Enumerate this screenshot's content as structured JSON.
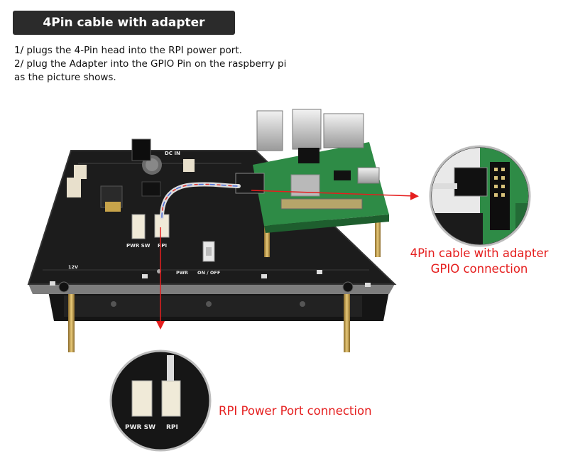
{
  "header": {
    "title": "4Pin cable with adapter conection"
  },
  "instructions": {
    "line1": "1/ plugs the 4-Pin head into the RPI power port.",
    "line2": "2/ plug the Adapter into the GPIO Pin on the raspberry pi",
    "line3": "as the picture shows."
  },
  "callouts": {
    "gpio_line1": "4Pin cable with adapter",
    "gpio_line2": "GPIO connection",
    "power": "RPI Power Port connection"
  },
  "board_silkscreen": {
    "pwr_sw": "PWR SW",
    "rpi": "RPI",
    "dc_in": "DC IN",
    "pwr": "PWR",
    "on_off": "ON / OFF",
    "v12": "12V"
  },
  "colors": {
    "accent_red": "#e51e1e",
    "banner_bg": "#2b2b2b",
    "board_black": "#1c1c1c",
    "pi_green": "#2e8b46"
  }
}
